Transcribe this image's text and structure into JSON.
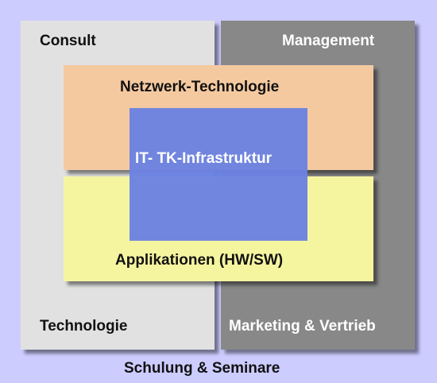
{
  "colors": {
    "background": "#CCCCFF",
    "consult": "#E1E1E1",
    "management": "#888888",
    "netzwerk": "#F5C9A0",
    "applikationen": "#F5F5A0",
    "infra": "#6B82E2"
  },
  "diagram": {
    "consult": "Consult",
    "management": "Management",
    "technologie": "Technologie",
    "marketing": "Marketing & Vertrieb",
    "netzwerk": "Netzwerk-Technologie",
    "infrastruktur": "IT- TK-Infrastruktur",
    "applikationen": "Applikationen (HW/SW)",
    "footer": "Schulung & Seminare"
  }
}
